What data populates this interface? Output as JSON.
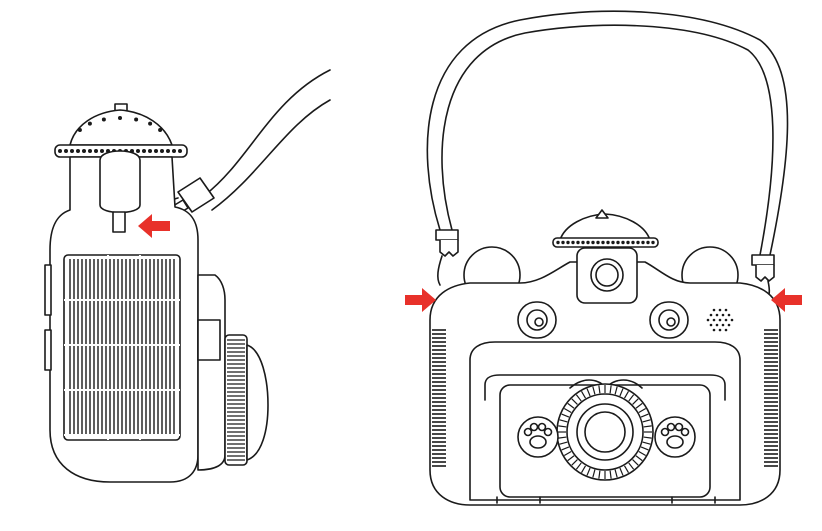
{
  "figure": {
    "views": [
      {
        "id": "side-view",
        "callout_arrows": 1
      },
      {
        "id": "front-view",
        "callout_arrows": 2
      }
    ],
    "colors": {
      "line": "#1a1a1a",
      "arrow": "#e8312a",
      "background": "#ffffff"
    },
    "icons": [
      "arrow-right-icon",
      "arrow-left-icon",
      "paw-icon",
      "speaker-icon"
    ]
  }
}
